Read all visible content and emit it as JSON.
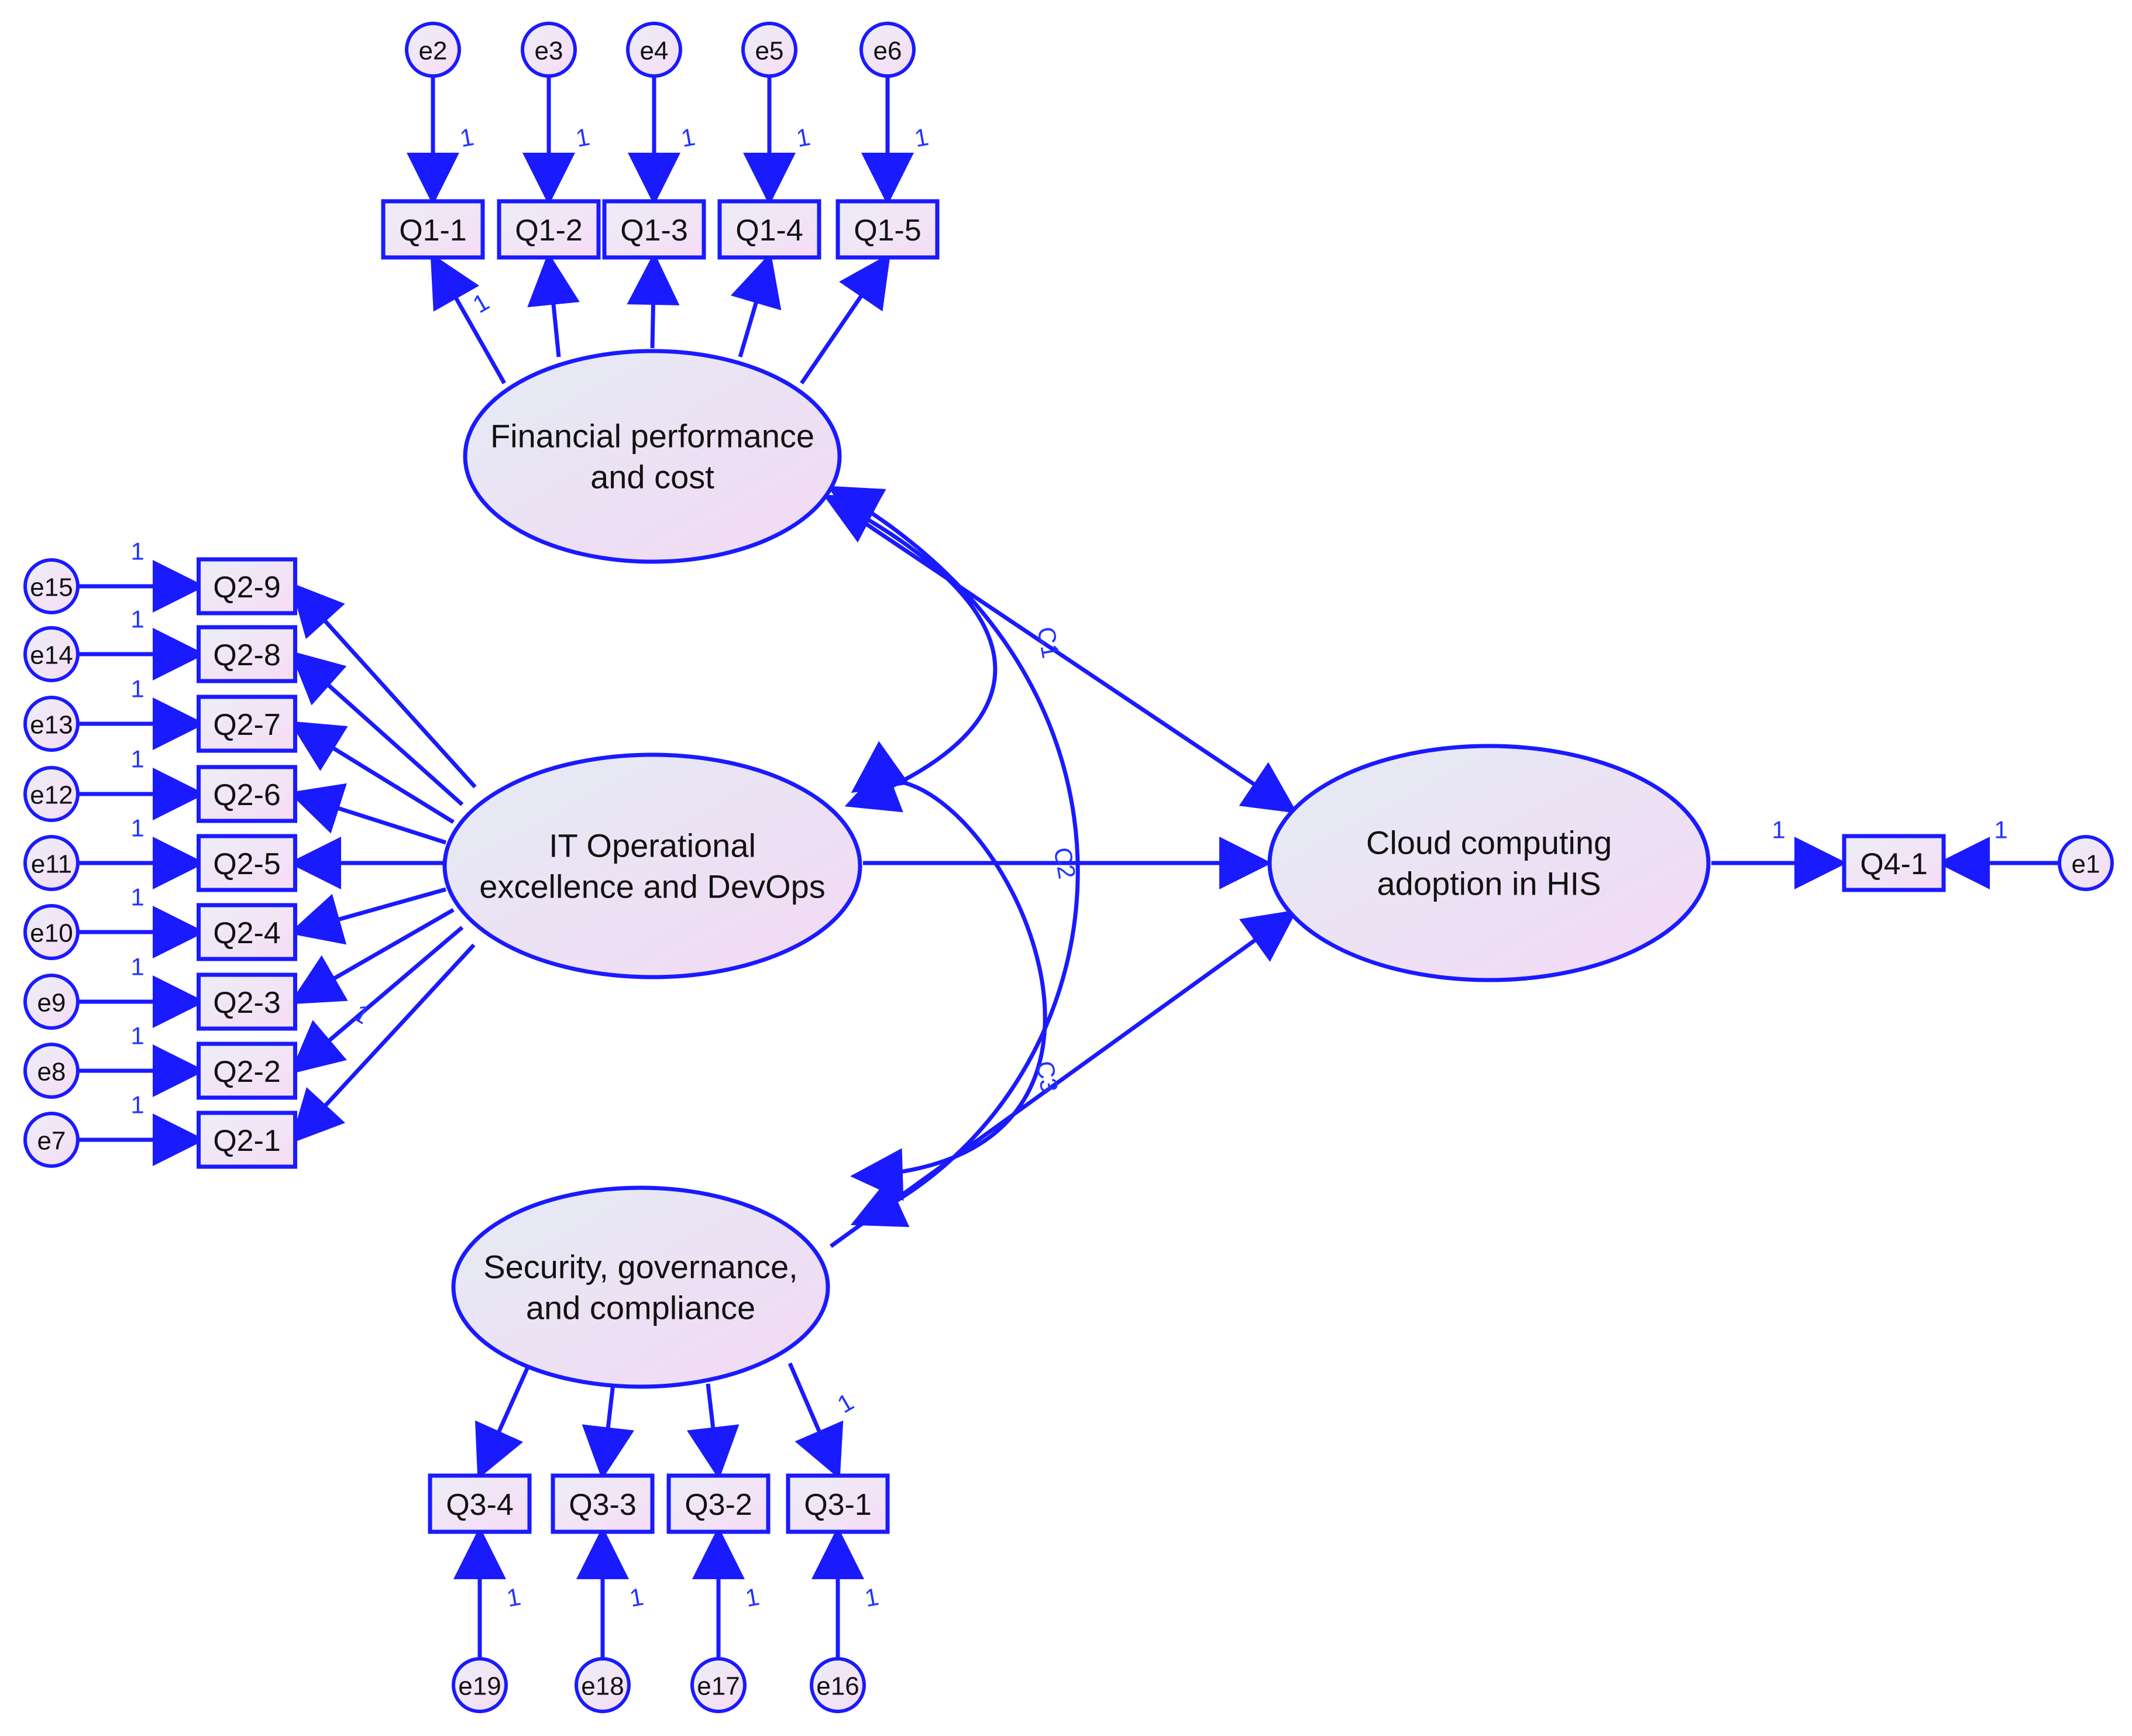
{
  "colors": {
    "line": "#1a1aff",
    "fill_start": "#e4ecf4",
    "fill_end": "#f3d8f4",
    "text": "#111111",
    "label": "#2233ff"
  },
  "latents": {
    "fin": [
      "Financial performance",
      "and cost"
    ],
    "it": [
      "IT Operational",
      "excellence and DevOps"
    ],
    "sec": [
      "Security, governance,",
      "and compliance"
    ],
    "cloud": [
      "Cloud computing",
      "adoption in HIS"
    ]
  },
  "observed": {
    "fin": [
      "Q1-1",
      "Q1-2",
      "Q1-3",
      "Q1-4",
      "Q1-5"
    ],
    "it": [
      "Q2-9",
      "Q2-8",
      "Q2-7",
      "Q2-6",
      "Q2-5",
      "Q2-4",
      "Q2-3",
      "Q2-2",
      "Q2-1"
    ],
    "sec": [
      "Q3-4",
      "Q3-3",
      "Q3-2",
      "Q3-1"
    ],
    "cloud": [
      "Q4-1"
    ]
  },
  "errors": {
    "fin": [
      "e2",
      "e3",
      "e4",
      "e5",
      "e6"
    ],
    "it": [
      "e15",
      "e14",
      "e13",
      "e12",
      "e11",
      "e10",
      "e9",
      "e8",
      "e7"
    ],
    "sec": [
      "e19",
      "e18",
      "e17",
      "e16"
    ],
    "cloud": [
      "e1"
    ]
  },
  "weight_label": "1",
  "covariances": [
    "C1",
    "C2",
    "C3"
  ]
}
